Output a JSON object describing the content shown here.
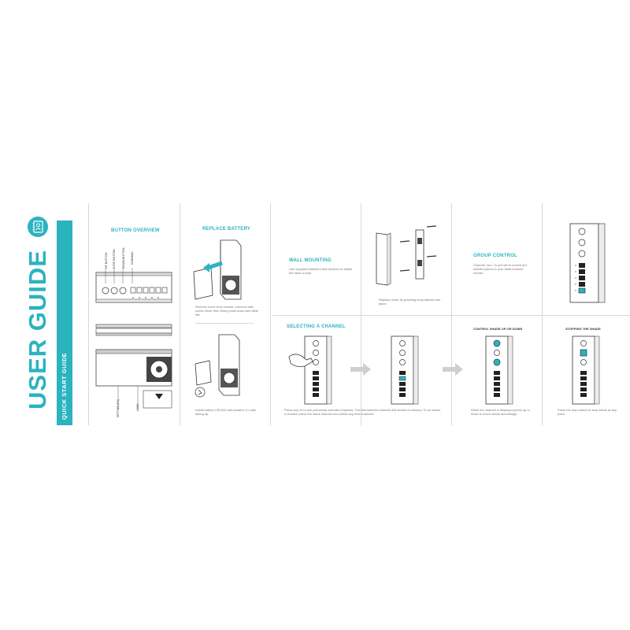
{
  "cover": {
    "title": "USER GUIDE",
    "subtitle": "QUICK START GUIDE",
    "icon": "contact-book-icon",
    "accent_color": "#2bb3c0"
  },
  "button_overview": {
    "heading": "BUTTON OVERVIEW",
    "labels": [
      "UP BUTTON",
      "STOP BUTTON",
      "DOWN BUTTON",
      "CHANNEL"
    ],
    "setting_label": "SETTING (P2)",
    "lock_label": "LOCK"
  },
  "replace_battery": {
    "heading": "REPLACE BATTERY",
    "step1": "Remove cover from remote, unscrew with screw driver then firmly press down and slide left.",
    "step2": "Install battery CR2430 with positive (+) side facing up."
  },
  "wall_mounting": {
    "heading": "WALL MOUNTING",
    "text": "Use supplied fasteners and anchors to attach the base to wall.",
    "caption": "Replace cover by pressing snap latches into place."
  },
  "group_control": {
    "heading": "GROUP CONTROL",
    "text": "Channel \"ALL\" is pre-set to control ALL shades paired to your Multi-channel remote."
  },
  "selecting_channel": {
    "heading": "SELECTING A CHANNEL",
    "text": "Press any ch to see previously selected channels. The last selected channel will remain in memory. To un select a channel press the same channel and select any new channels."
  },
  "control_shade": {
    "heading": "CONTROL SHADE UP OR DOWN",
    "text": "While the channel is displayed press up or down to move shade accordingly."
  },
  "stopping_shade": {
    "heading": "STOPPING THE SHADE",
    "text": "Press the stop button to stop shade at any point."
  }
}
